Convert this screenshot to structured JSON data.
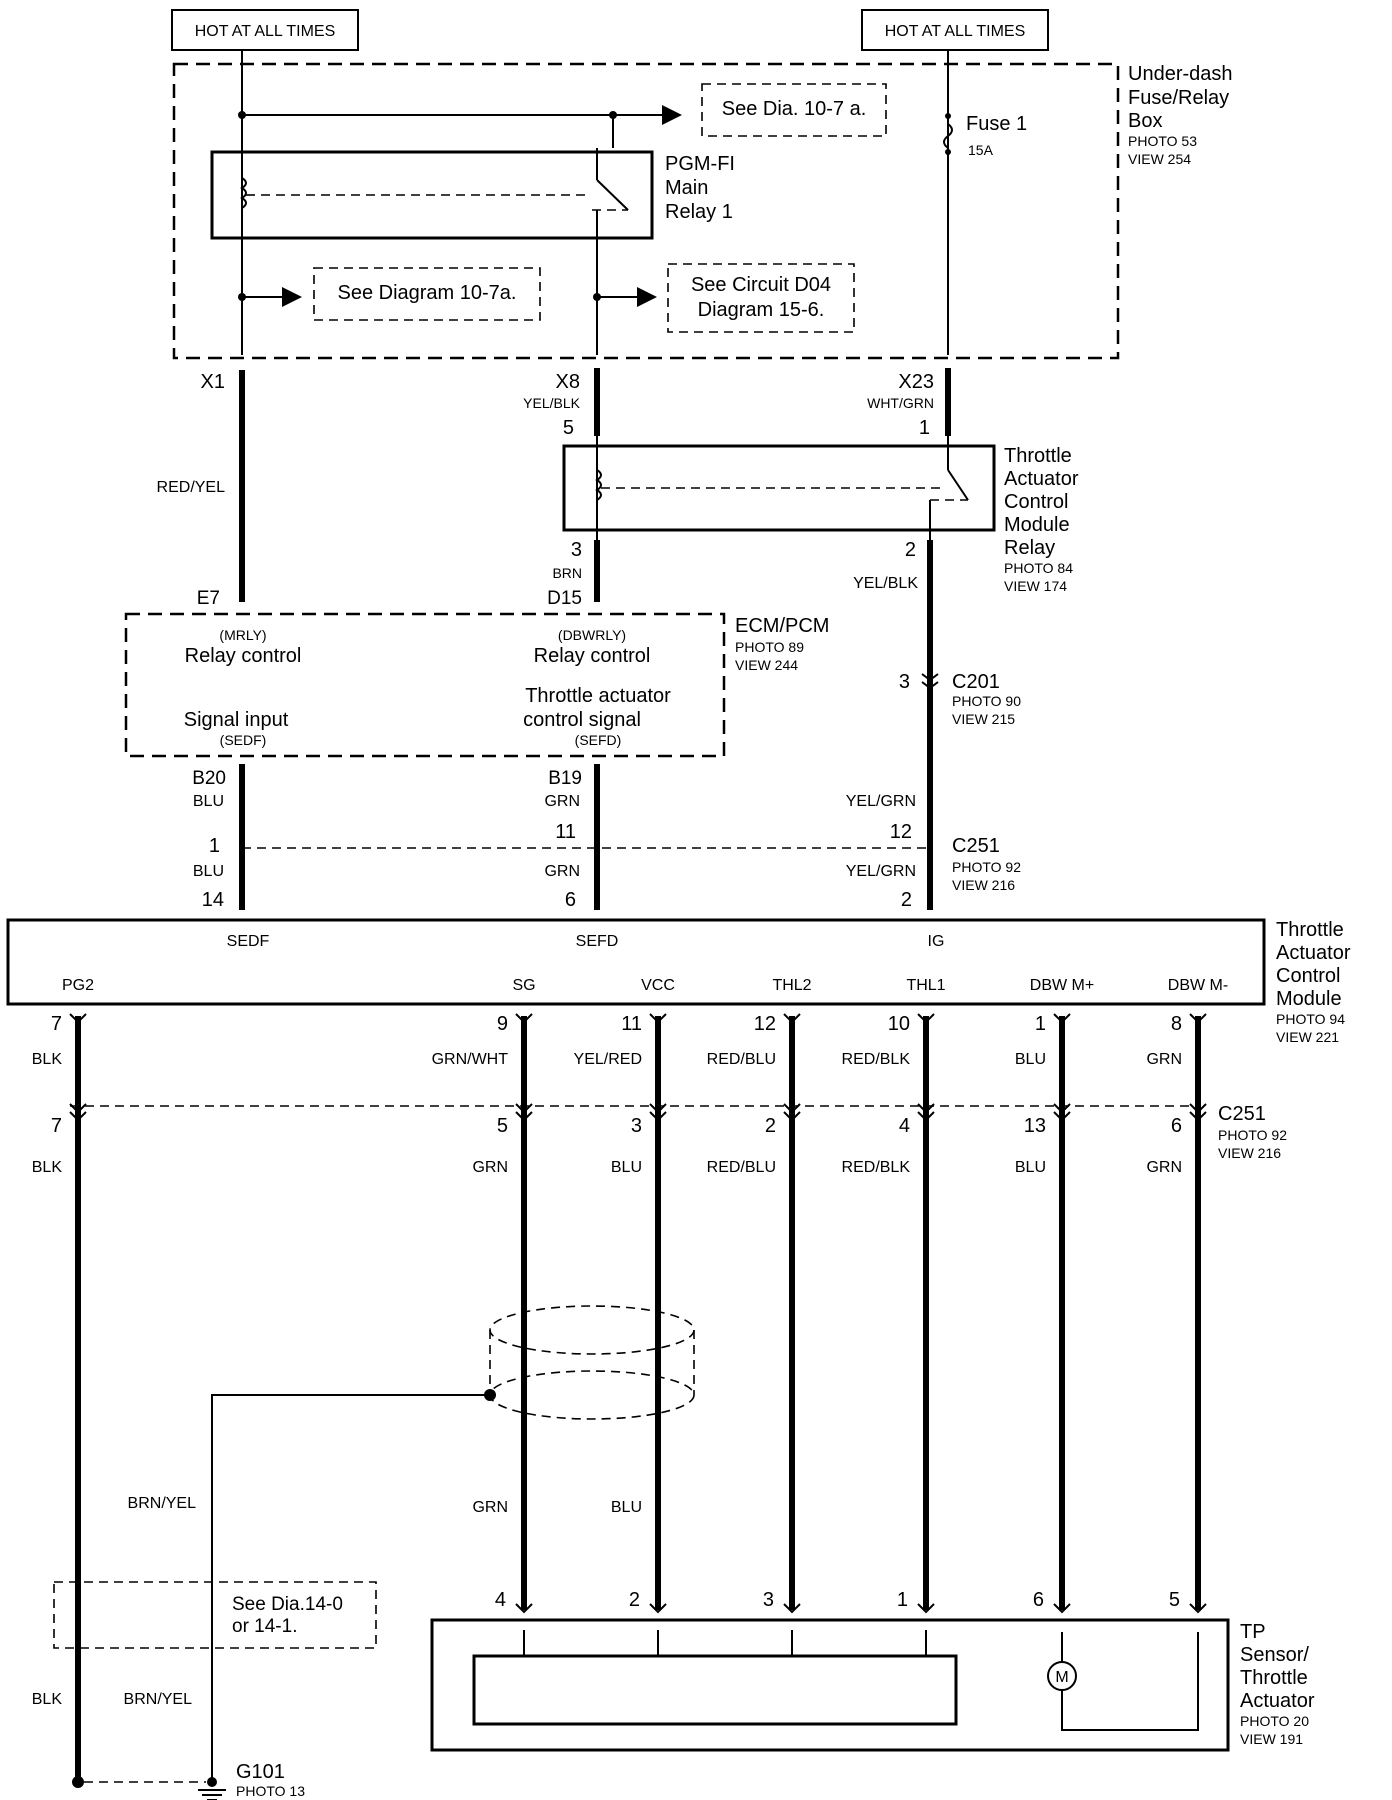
{
  "top_boxes": {
    "left": "HOT AT ALL TIMES",
    "right": "HOT AT ALL TIMES"
  },
  "fuse_box": {
    "title_1": "Under-dash",
    "title_2": "Fuse/Relay",
    "title_3": "Box",
    "photo": "PHOTO 53",
    "view": "VIEW 254",
    "see_dia_top": "See Dia. 10-7 a.",
    "see_diagram": "See Diagram 10-7a.",
    "see_circuit_1": "See Circuit D04",
    "see_circuit_2": "Diagram 15-6.",
    "fuse_label": "Fuse 1",
    "fuse_rating": "15A"
  },
  "main_relay": {
    "line1": "PGM-FI",
    "line2": "Main",
    "line3": "Relay 1"
  },
  "connectors_top": {
    "x1": "X1",
    "x8": "X8",
    "x8_color": "YEL/BLK",
    "x8_pin": "5",
    "x23": "X23",
    "x23_color": "WHT/GRN",
    "x23_pin": "1"
  },
  "wire_red_yel": "RED/YEL",
  "tacm_relay": {
    "line1": "Throttle",
    "line2": "Actuator",
    "line3": "Control",
    "line4": "Module",
    "line5": "Relay",
    "photo": "PHOTO 84",
    "view": "VIEW 174",
    "pin3": "3",
    "pin3_color": "BRN",
    "pin2": "2",
    "pin2_color": "YEL/BLK"
  },
  "ecm": {
    "title": "ECM/PCM",
    "photo": "PHOTO 89",
    "view": "VIEW 244",
    "e7": "E7",
    "d15": "D15",
    "mrly": "(MRLY)",
    "relay_control_1": "Relay control",
    "dbwrly": "(DBWRLY)",
    "relay_control_2": "Relay control",
    "signal_input": "Signal input",
    "sedf": "(SEDF)",
    "throttle_1": "Throttle actuator",
    "throttle_2": "control signal",
    "sefd": "(SEFD)",
    "b20": "B20",
    "b19": "B19"
  },
  "c201": {
    "pin": "3",
    "name": "C201",
    "photo": "PHOTO 90",
    "view": "VIEW 215"
  },
  "upper_wires": {
    "blu": "BLU",
    "grn": "GRN",
    "yel_grn": "YEL/GRN",
    "pin1": "1",
    "pin11": "11",
    "pin12": "12",
    "pin14": "14",
    "pin6": "6",
    "pin2": "2"
  },
  "c251_upper": {
    "name": "C251",
    "photo": "PHOTO 92",
    "view": "VIEW 216"
  },
  "tacm": {
    "title1": "Throttle",
    "title2": "Actuator",
    "title3": "Control",
    "title4": "Module",
    "photo": "PHOTO 94",
    "view": "VIEW 221",
    "sedf": "SEDF",
    "sefd": "SEFD",
    "ig": "IG",
    "pg2": "PG2",
    "sg": "SG",
    "vcc": "VCC",
    "thl2": "THL2",
    "thl1": "THL1",
    "dbwp": "DBW M+",
    "dbwm": "DBW M-"
  },
  "lower_columns": [
    {
      "pin_top": "7",
      "color_top": "BLK",
      "pin_c251": "7",
      "color_bottom": "BLK"
    },
    {
      "pin_top": "9",
      "color_top": "GRN/WHT",
      "pin_c251": "5",
      "color_bottom": "GRN"
    },
    {
      "pin_top": "11",
      "color_top": "YEL/RED",
      "pin_c251": "3",
      "color_bottom": "BLU"
    },
    {
      "pin_top": "12",
      "color_top": "RED/BLU",
      "pin_c251": "2",
      "color_bottom": "RED/BLU"
    },
    {
      "pin_top": "10",
      "color_top": "RED/BLK",
      "pin_c251": "4",
      "color_bottom": "RED/BLK"
    },
    {
      "pin_top": "1",
      "color_top": "BLU",
      "pin_c251": "13",
      "color_bottom": "BLU"
    },
    {
      "pin_top": "8",
      "color_top": "GRN",
      "pin_c251": "6",
      "color_bottom": "GRN"
    }
  ],
  "c251_lower": {
    "name": "C251",
    "photo": "PHOTO 92",
    "view": "VIEW 216"
  },
  "shield": {
    "brn_yel": "BRN/YEL",
    "grn": "GRN",
    "blu": "BLU"
  },
  "see_dia_bottom": {
    "line1": "See Dia.14-0",
    "line2": "or 14-1."
  },
  "bottom_labels": {
    "blk": "BLK",
    "brn_yel": "BRN/YEL"
  },
  "ground": {
    "name": "G101",
    "photo": "PHOTO 13"
  },
  "tp_sensor": {
    "line1": "TP",
    "line2": "Sensor/",
    "line3": "Throttle",
    "line4": "Actuator",
    "photo": "PHOTO 20",
    "view": "VIEW 191",
    "pins": [
      "4",
      "2",
      "3",
      "1",
      "6",
      "5"
    ],
    "motor": "M"
  }
}
